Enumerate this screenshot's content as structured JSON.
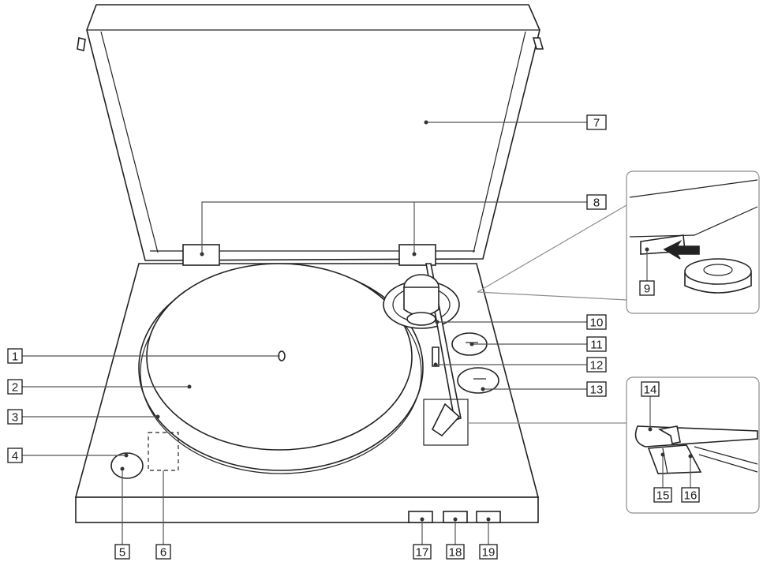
{
  "figure": {
    "labels": [
      {
        "id": "1",
        "text": "1"
      },
      {
        "id": "2",
        "text": "2"
      },
      {
        "id": "3",
        "text": "3"
      },
      {
        "id": "4",
        "text": "4"
      },
      {
        "id": "5",
        "text": "5"
      },
      {
        "id": "6",
        "text": "6"
      },
      {
        "id": "7",
        "text": "7"
      },
      {
        "id": "8",
        "text": "8"
      },
      {
        "id": "9",
        "text": "9"
      },
      {
        "id": "10",
        "text": "10"
      },
      {
        "id": "11",
        "text": "11"
      },
      {
        "id": "12",
        "text": "12"
      },
      {
        "id": "13",
        "text": "13"
      },
      {
        "id": "14",
        "text": "14"
      },
      {
        "id": "15",
        "text": "15"
      },
      {
        "id": "16",
        "text": "16"
      },
      {
        "id": "17",
        "text": "17"
      },
      {
        "id": "18",
        "text": "18"
      },
      {
        "id": "19",
        "text": "19"
      }
    ],
    "colors": {
      "line": "#222222",
      "callout_line": "#8c8c8c",
      "label_border": "#1a1a1a",
      "background": "#ffffff"
    }
  }
}
